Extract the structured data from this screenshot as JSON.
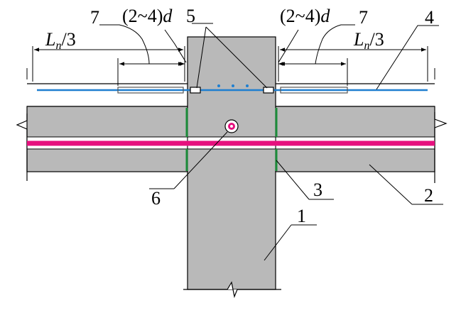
{
  "colors": {
    "concrete": "#b9b9b9",
    "blue_bar": "#1f7fd0",
    "magenta_bar": "#e6107e",
    "green_edge": "#1c8c3a",
    "line": "#000000"
  },
  "labels": {
    "n1": "1",
    "n2": "2",
    "n3": "3",
    "n4": "4",
    "n5": "5",
    "n6": "6",
    "n7_left": "7",
    "n7_right": "7"
  },
  "dims": {
    "left_span_main": "L",
    "left_span_sub": "n",
    "left_span_tail": "/3",
    "right_span_main": "L",
    "right_span_sub": "n",
    "right_span_tail": "/3",
    "left_gap_prefix": "(2~4)",
    "left_gap_var": "d",
    "right_gap_prefix": "(2~4)",
    "right_gap_var": "d"
  }
}
